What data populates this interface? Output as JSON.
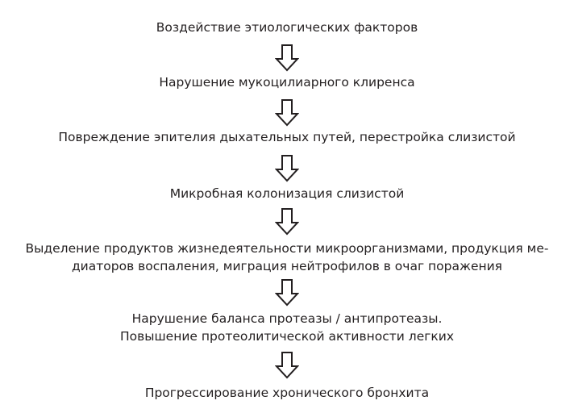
{
  "steps": [
    {
      "lines": [
        "Воздействие этиологических факторов"
      ]
    },
    {
      "lines": [
        "Нарушение мукоцилиарного клиренса"
      ]
    },
    {
      "lines": [
        "Повреждение эпителия дыхательных путей, перестройка слизистой"
      ]
    },
    {
      "lines": [
        "Микробная колонизация слизистой"
      ]
    },
    {
      "lines": [
        "Выделение продуктов жизнедеятельности микроорганизмами, продукция ме-",
        "диаторов воспаления, миграция нейтрофилов в очаг поражения"
      ]
    },
    {
      "lines": [
        "Нарушение баланса протеазы / антипротеазы.",
        "Повышение протеолитической активности легких"
      ]
    },
    {
      "lines": [
        "Прогрессирование хронического бронхита"
      ]
    }
  ],
  "arrow_icon": "hollow-down-arrow"
}
